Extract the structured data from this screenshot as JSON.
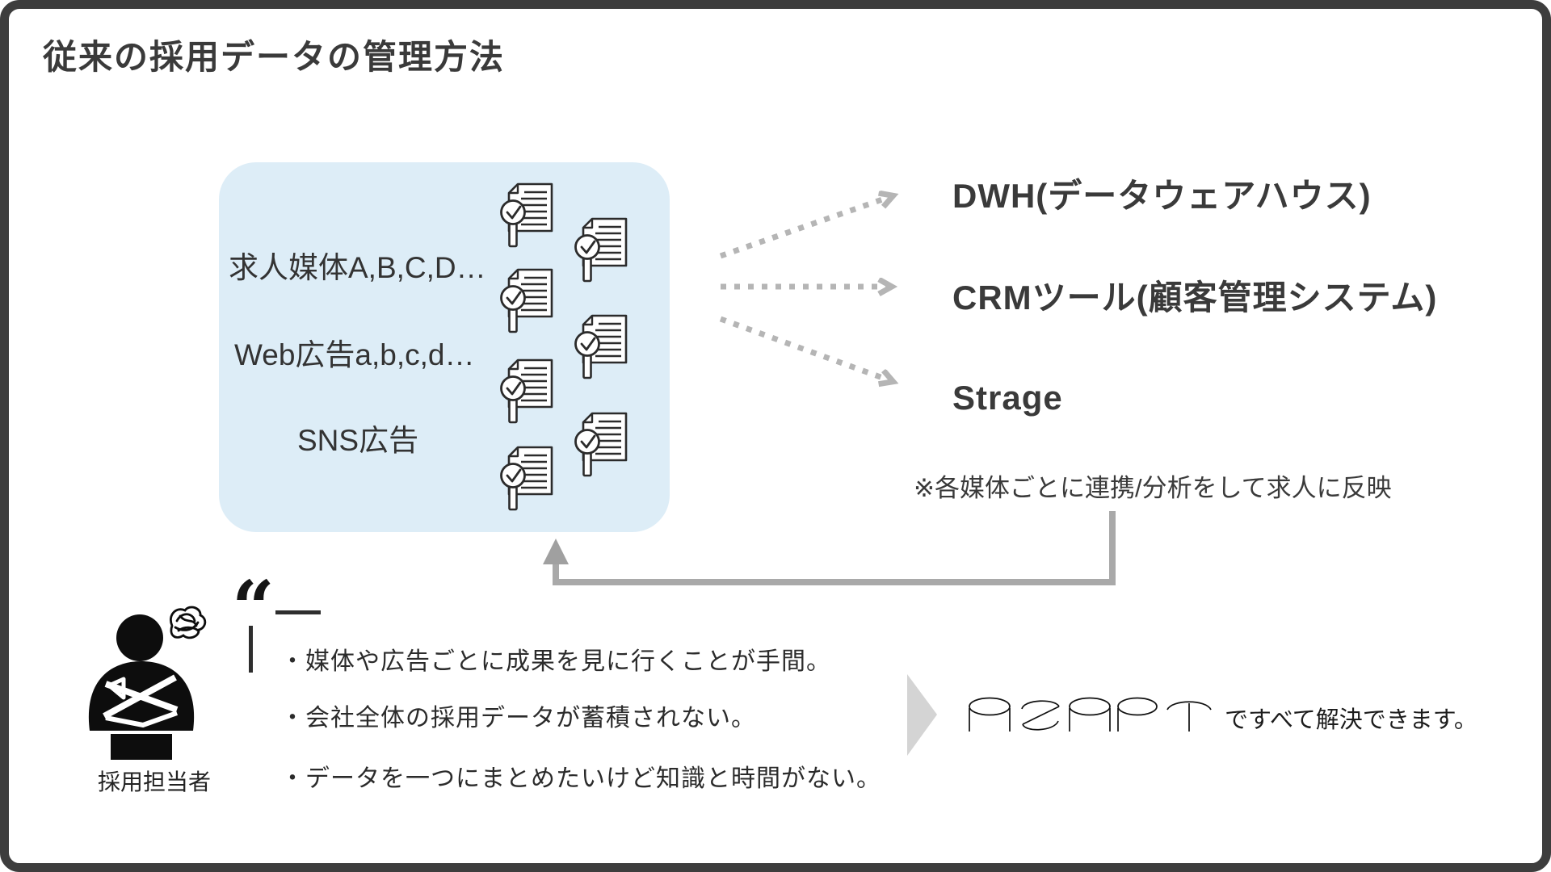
{
  "title": "従来の採用データの管理方法",
  "source_box": {
    "items": [
      {
        "label": "求人媒体A,B,C,D…"
      },
      {
        "label": "Web広告a,b,c,d…"
      },
      {
        "label": "SNS広告"
      }
    ],
    "doc_icon_count": "7"
  },
  "destinations": [
    {
      "label": "DWH(データウェアハウス)"
    },
    {
      "label": "CRMツール(顧客管理システム)"
    },
    {
      "label": "Strage"
    }
  ],
  "note": "※各媒体ごとに連携/分析をして求人に反映",
  "persona": {
    "label": "採用担当者",
    "quote_mark": "“",
    "complaints": [
      "・媒体や広告ごとに成果を見に行くことが手間。",
      "・会社全体の採用データが蓄積されない。",
      "・データを一つにまとめたいけど知識と時間がない。"
    ]
  },
  "solution": {
    "brand": "AZAPT",
    "text": "ですべて解決できます。"
  },
  "icons": {
    "source_document": "document-search-check",
    "persona_figure": "person-arms-crossed",
    "thought": "tangled-scribble"
  },
  "colors": {
    "frame": "#3d3d3d",
    "box-blue": "#ddedf7",
    "text-dark": "#3a3a3a",
    "arrow-dotted": "#b5b5b5",
    "arrow-loop": "#a9a9a9",
    "triangle": "#d4d4d4",
    "ink": "#1c1c1c"
  }
}
